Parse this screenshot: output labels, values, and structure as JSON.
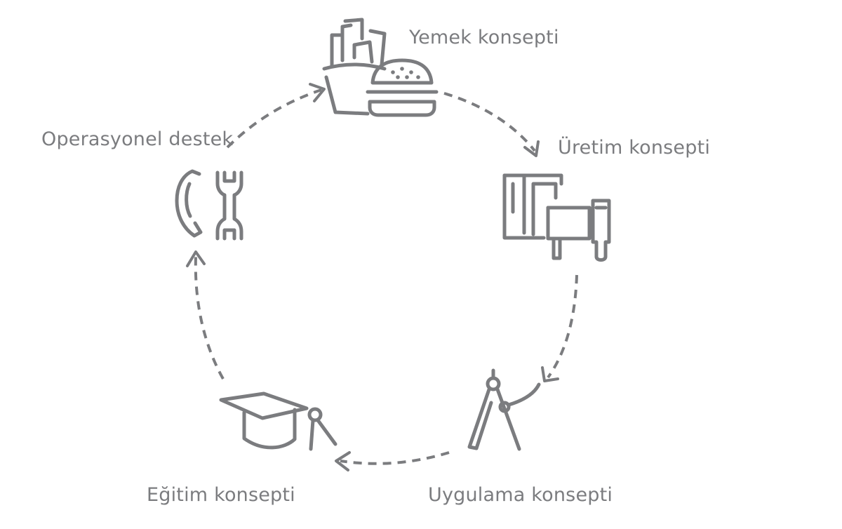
{
  "steps": [
    {
      "label": "Yemek konsepti",
      "icon": "food-icon"
    },
    {
      "label": "Üretim konsepti",
      "icon": "kitchen-equipment-icon"
    },
    {
      "label": "Uygulama konsepti",
      "icon": "compass-icon"
    },
    {
      "label": "Eğitim konsepti",
      "icon": "graduation-cap-icon"
    },
    {
      "label": "Operasyonel destek",
      "icon": "phone-wrench-icon"
    }
  ],
  "colors": {
    "stroke": "#7b7c7f",
    "background": "#ffffff"
  }
}
